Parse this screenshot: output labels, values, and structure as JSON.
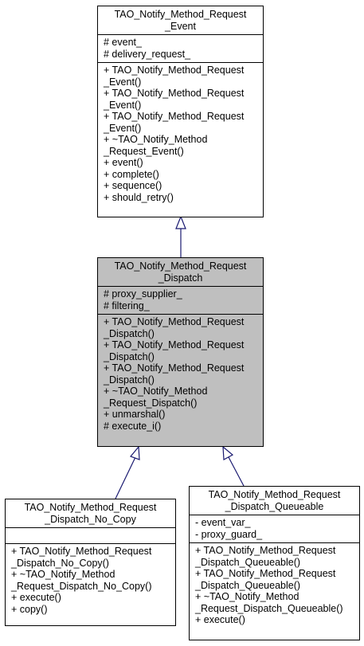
{
  "classes": {
    "event": {
      "title": [
        "TAO_Notify_Method_Request",
        "_Event"
      ],
      "attributes": [
        "# event_",
        "# delivery_request_"
      ],
      "operations": [
        "+ TAO_Notify_Method_Request",
        "_Event()",
        "+ TAO_Notify_Method_Request",
        "_Event()",
        "+ TAO_Notify_Method_Request",
        "_Event()",
        "+ ~TAO_Notify_Method",
        "_Request_Event()",
        "+ event()",
        "+ complete()",
        "+ sequence()",
        "+ should_retry()"
      ]
    },
    "dispatch": {
      "title": [
        "TAO_Notify_Method_Request",
        "_Dispatch"
      ],
      "attributes": [
        "# proxy_supplier_",
        "# filtering_"
      ],
      "operations": [
        "+ TAO_Notify_Method_Request",
        "_Dispatch()",
        "+ TAO_Notify_Method_Request",
        "_Dispatch()",
        "+ TAO_Notify_Method_Request",
        "_Dispatch()",
        "+ ~TAO_Notify_Method",
        "_Request_Dispatch()",
        "+ unmarshal()",
        "# execute_i()"
      ]
    },
    "no_copy": {
      "title": [
        "TAO_Notify_Method_Request",
        "_Dispatch_No_Copy"
      ],
      "attributes": [],
      "operations": [
        "+ TAO_Notify_Method_Request",
        "_Dispatch_No_Copy()",
        "+ ~TAO_Notify_Method",
        "_Request_Dispatch_No_Copy()",
        "+ execute()",
        "+ copy()"
      ]
    },
    "queueable": {
      "title": [
        "TAO_Notify_Method_Request",
        "_Dispatch_Queueable"
      ],
      "attributes": [
        "- event_var_",
        "- proxy_guard_"
      ],
      "operations": [
        "+ TAO_Notify_Method_Request",
        "_Dispatch_Queueable()",
        "+ TAO_Notify_Method_Request",
        "_Dispatch_Queueable()",
        "+ ~TAO_Notify_Method",
        "_Request_Dispatch_Queueable()",
        "+ execute()"
      ]
    }
  },
  "colors": {
    "edge": "#191970",
    "highlight": "#bfbfbf",
    "border": "#000000"
  }
}
